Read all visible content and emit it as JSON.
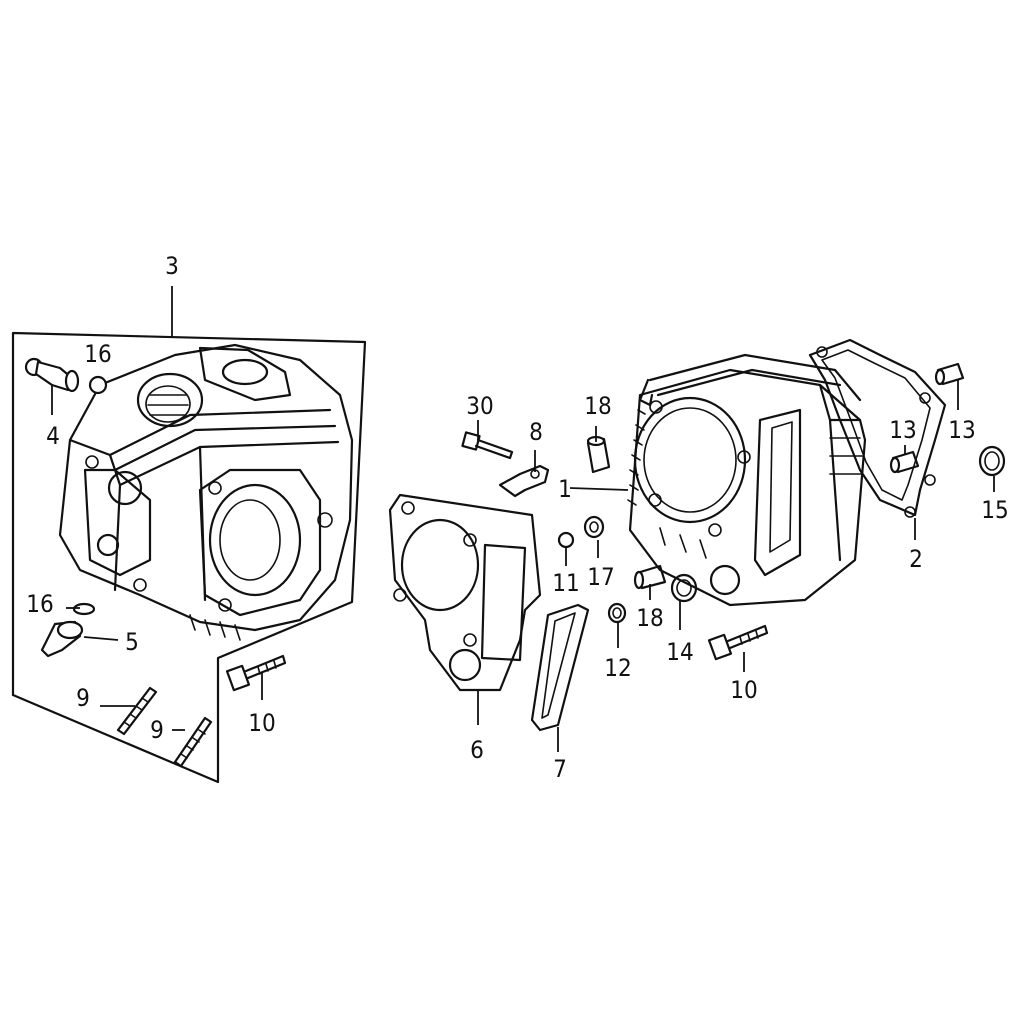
{
  "diagram": {
    "callouts": {
      "c1": "1",
      "c2": "2",
      "c3": "3",
      "c4": "4",
      "c5": "5",
      "c6": "6",
      "c7": "7",
      "c8": "8",
      "c9a": "9",
      "c9b": "9",
      "c10a": "10",
      "c10b": "10",
      "c11": "11",
      "c12": "12",
      "c13a": "13",
      "c13b": "13",
      "c14": "14",
      "c15": "15",
      "c16a": "16",
      "c16b": "16",
      "c17": "17",
      "c18a": "18",
      "c18b": "18",
      "c30": "30"
    }
  }
}
